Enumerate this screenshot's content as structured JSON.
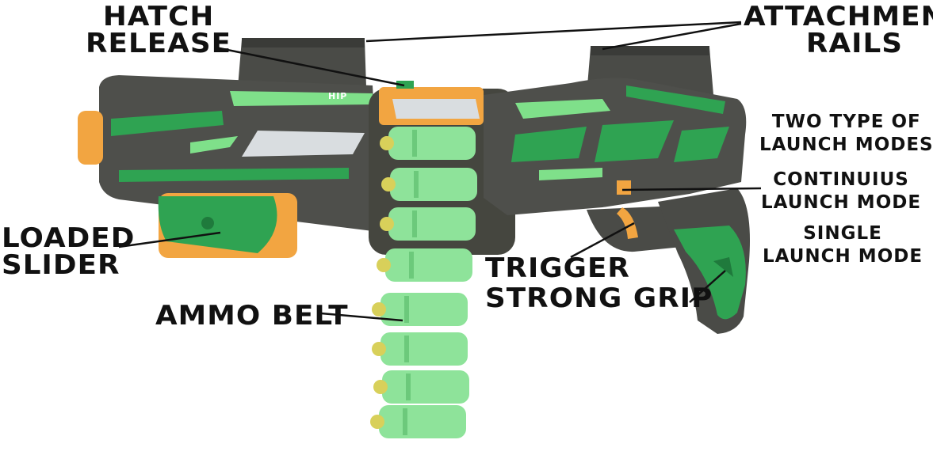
{
  "labels": {
    "hatch_release": [
      "HATCH",
      "RELEASE"
    ],
    "attachment_rails": [
      "ATTACHMENT",
      "RAILS"
    ],
    "launch_modes": [
      "TWO TYPE OF",
      "LAUNCH MODES"
    ],
    "continuous_mode": [
      "CONTINUIUS",
      "LAUNCH MODE"
    ],
    "single_mode": [
      "SINGLE",
      "LAUNCH MODE"
    ],
    "loaded_slider": [
      "LOADED",
      "SLIDER"
    ],
    "ammo_belt": "AMMO BELT",
    "trigger": "TRIGGER",
    "strong_grip": "STRONG GRIP",
    "brand_mark": "HIP"
  },
  "colors": {
    "body": "#4e4f4b",
    "body_dark": "#3a3b38",
    "green": "#2fa352",
    "light_green": "#7fe08a",
    "orange": "#f2a541",
    "silver": "#d9dde0",
    "ammo": "#8ee39a",
    "ammo_tip": "#d8d05a",
    "ink": "#111111"
  }
}
